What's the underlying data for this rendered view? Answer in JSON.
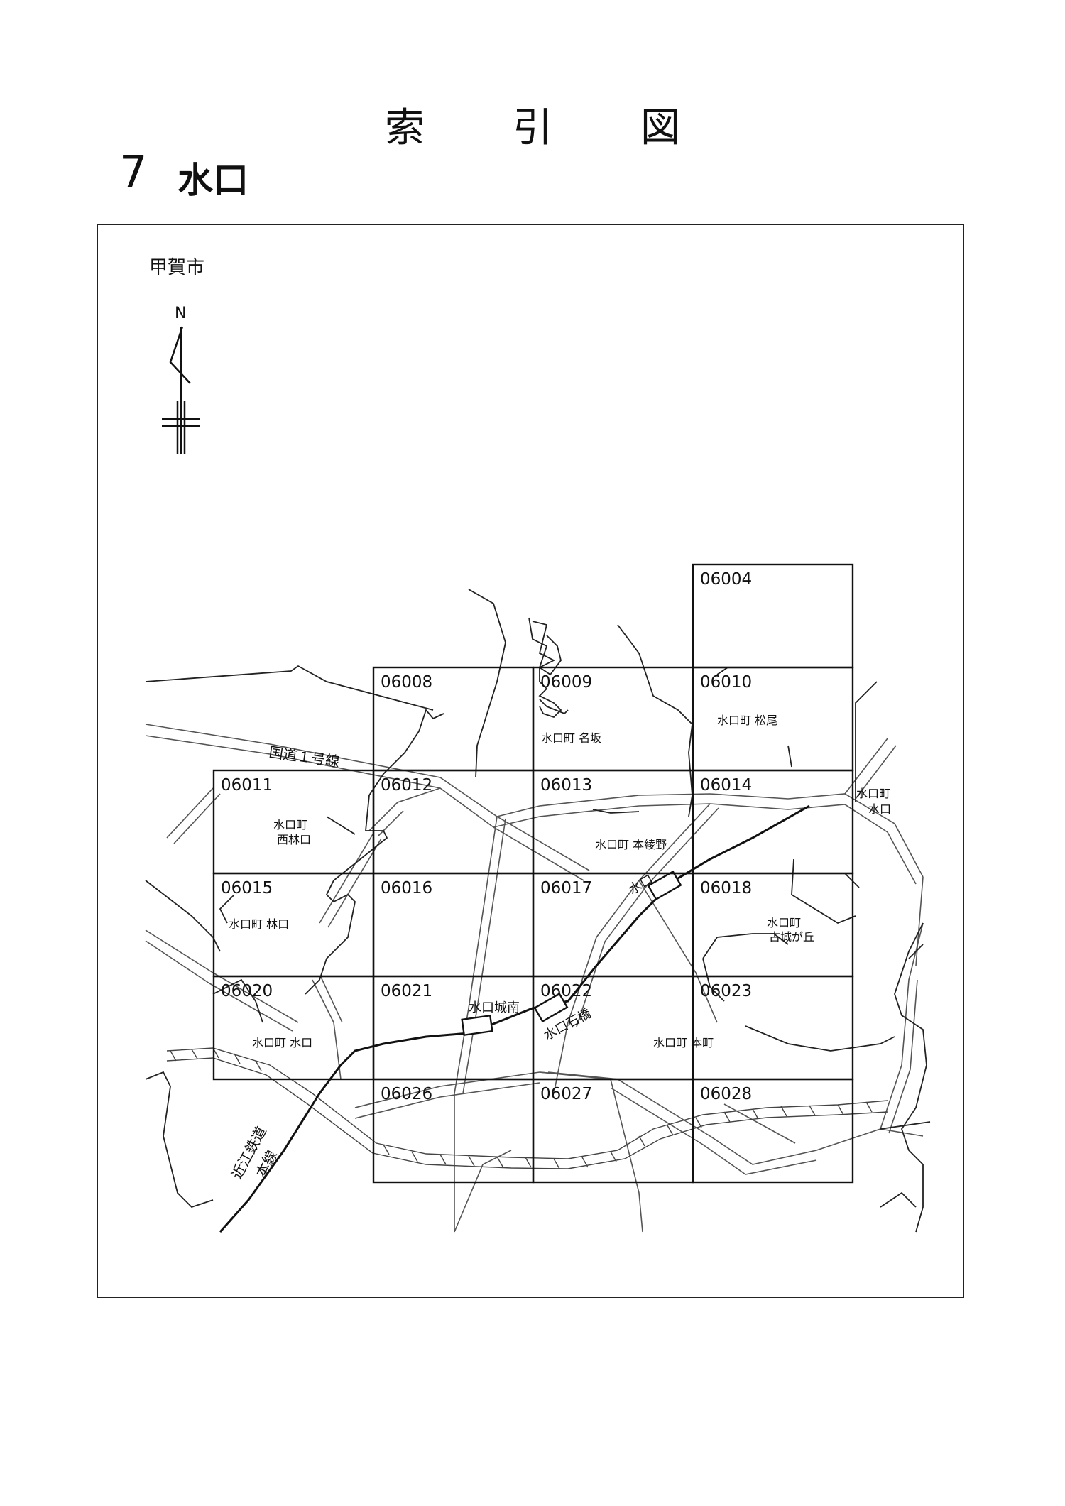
{
  "header": {
    "title_chars": [
      "索",
      "引",
      "図"
    ],
    "number": "7",
    "name": "水口"
  },
  "map": {
    "city": "甲賀市",
    "north_label": "N",
    "tiles": [
      {
        "id": "06004",
        "label": "06004",
        "col": 3,
        "row": 0
      },
      {
        "id": "06008",
        "label": "06008",
        "col": 1,
        "row": 1
      },
      {
        "id": "06009",
        "label": "06009",
        "col": 2,
        "row": 1
      },
      {
        "id": "06010",
        "label": "06010",
        "col": 3,
        "row": 1
      },
      {
        "id": "06011",
        "label": "06011",
        "col": 0,
        "row": 2
      },
      {
        "id": "06012",
        "label": "06012",
        "col": 1,
        "row": 2
      },
      {
        "id": "06013",
        "label": "06013",
        "col": 2,
        "row": 2
      },
      {
        "id": "06014",
        "label": "06014",
        "col": 3,
        "row": 2
      },
      {
        "id": "06015",
        "label": "06015",
        "col": 0,
        "row": 3
      },
      {
        "id": "06016",
        "label": "06016",
        "col": 1,
        "row": 3
      },
      {
        "id": "06017",
        "label": "06017",
        "col": 2,
        "row": 3
      },
      {
        "id": "06018",
        "label": "06018",
        "col": 3,
        "row": 3
      },
      {
        "id": "06020",
        "label": "06020",
        "col": 0,
        "row": 4
      },
      {
        "id": "06021",
        "label": "06021",
        "col": 1,
        "row": 4
      },
      {
        "id": "06022",
        "label": "06022",
        "col": 2,
        "row": 4
      },
      {
        "id": "06023",
        "label": "06023",
        "col": 3,
        "row": 4
      },
      {
        "id": "06026",
        "label": "06026",
        "col": 1,
        "row": 5
      },
      {
        "id": "06027",
        "label": "06027",
        "col": 2,
        "row": 5
      },
      {
        "id": "06028",
        "label": "06028",
        "col": 3,
        "row": 5
      }
    ],
    "areas": {
      "nasaka": "水口町 名坂",
      "matsuo": "水口町 松尾",
      "nishibayashiguchi_1": "水口町",
      "nishibayashiguchi_2": "西林口",
      "honryono": "水口町 本綾野",
      "minakuchi_ne_1": "水口町",
      "minakuchi_ne_2": "水口",
      "hayashiguchi": "水口町 林口",
      "kojogaoka_1": "水口町",
      "kojogaoka_2": "古城が丘",
      "minakuchi": "水口町 水口",
      "honmachi": "水口町 本町"
    },
    "road_label": "国道１号線",
    "railway_label_1": "近江鉄道",
    "railway_label_2": "本線",
    "stations": {
      "minakuchi": "水口",
      "jonan": "水口城南",
      "ishibashi": "水口石橋"
    }
  }
}
